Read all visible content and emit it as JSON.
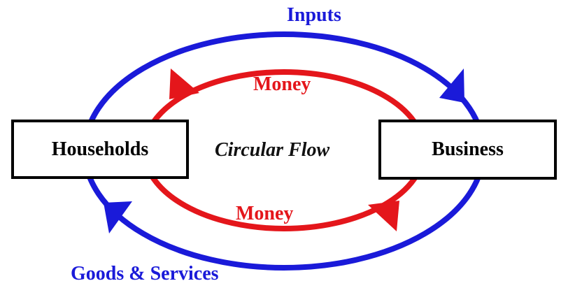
{
  "diagram": {
    "type": "circular-flow",
    "center_label": "Circular Flow",
    "nodes": {
      "households": "Households",
      "business": "Business"
    },
    "outer_flow": {
      "top_label": "Inputs",
      "bottom_label": "Goods & Services",
      "color": "#1a1ad9"
    },
    "inner_flow": {
      "top_label": "Money",
      "bottom_label": "Money",
      "color": "#e4161b"
    }
  }
}
